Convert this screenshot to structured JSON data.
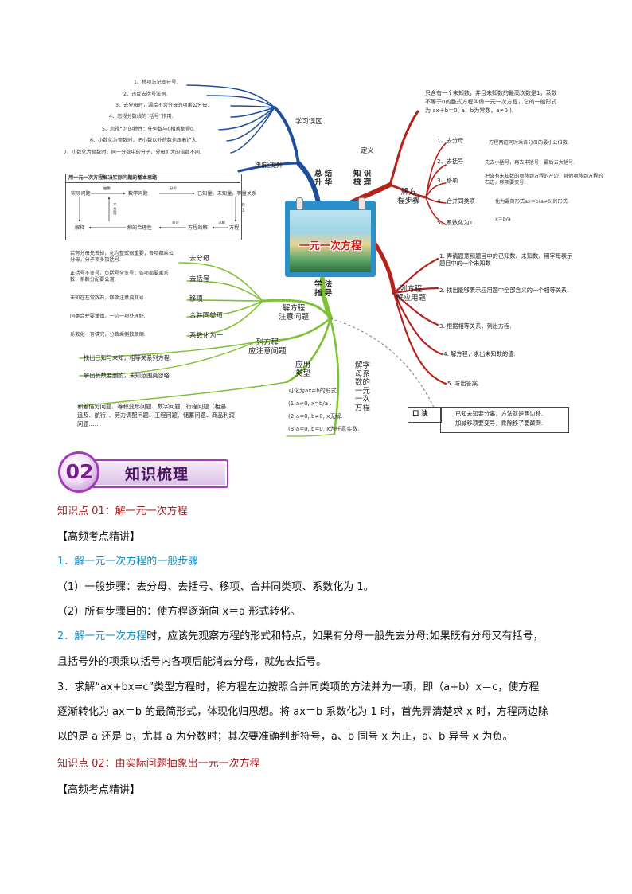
{
  "mindmap": {
    "center_title": "一元一次方程",
    "branches": {
      "summary": "总 结\n升 华",
      "knowledge": "知 识\n梳 理",
      "method": "学 法\n指 导"
    },
    "mistakes": {
      "title": "学习误区",
      "items": [
        "1、移项忘记变符号.",
        "2、违反去括号法则.",
        "3、去分母时，漏给不含分母的项乘公分母.",
        "4、忽视分数线的“括号”作用.",
        "5、忽视“0”的特性：任何数与0相乘都得0.",
        "6、小数化为整数时，把小数以外的数也跟着扩大.",
        "7、小数化为整数时，同一分数中的分子，分母扩大的倍数不同."
      ]
    },
    "ability": {
      "title": "知能提升",
      "box_title": "用一元一次方程解决实际问题的基本思路",
      "nodes": {
        "real_problem": "实际问题",
        "math_problem": "数学问题",
        "known": "已知量，未知量，等量关系",
        "solution": "解释",
        "reasonable": "解的合理性",
        "eq_solution": "方程的解",
        "equation": "方程"
      },
      "arrows": {
        "abstract": "抽象",
        "analyze": "分析",
        "list": "列\n出",
        "solve": "求解",
        "verify": "验证",
        "unreasonable": "不\n合\n理"
      }
    },
    "definition": {
      "label": "定义",
      "text1": "只含有一个未知数，并且未知数的最高次数是1，系数",
      "text2": "不等于0的整式方程叫做一元一次方程，它的一般形式",
      "text3": "为 ax＋b＝0( a，b为常数，a≠0 )."
    },
    "solve_steps": {
      "label": "解方\n程步骤",
      "steps": [
        {
          "name": "1、去分母",
          "desc": "方程两边同时乘各分母的最小公倍数."
        },
        {
          "name": "2、去括号",
          "desc": "先去小括号，再去中括号，最后去大括号."
        },
        {
          "name": "3、移项",
          "desc": "把含有未知数的项移到方程的左边，其他项移到方程的右边，移项要变号."
        },
        {
          "name": "4、合并同类项",
          "desc": "化为最简形式ax＝b(a≠0)的形式."
        },
        {
          "name": "5、系数化为1",
          "desc": "x＝b/a"
        }
      ]
    },
    "word_problems": {
      "label": "列方程\n解应用题",
      "steps": [
        "1. 弄清题意和题目中的已知数、未知数，用字母表示题目中的一个未知数",
        "2. 找出能够表示应用题中全部含义的一个相等关系.",
        "3. 根据相等关系，列出方程.",
        "4. 解方程，求出未知数的值.",
        "5. 写出答案."
      ]
    },
    "tips": {
      "label": "口  诀",
      "text1": "已知未知要分离，方法就是两边移.",
      "text2": "加减移项要变号，乘除移了要颠倒."
    },
    "attention": {
      "label": "解方程\n注意问题",
      "items": [
        {
          "tip": "若有分母先去掉，化为整式很重要；各项都乘公分母，分子项多加括号.",
          "name": "去分母"
        },
        {
          "tip": "正括号不变号，负括号全变号；各项都要乘系数，系数分配要公道.",
          "name": "去括号"
        },
        {
          "tip": "未知在左常数右，移项注意要变号.",
          "name": "移项"
        },
        {
          "tip": "同类合并要谨慎，一边一项处理好.",
          "name": "合并同类项"
        },
        {
          "tip": "系数化一有讲究，分数乘倒数颠倒.",
          "name": "系数化为一"
        }
      ]
    },
    "list_attention": {
      "label": "列方程\n应注意问题",
      "items": [
        "找出已知与未知，相等关系列方程.",
        "解出负数要删酌，未知范围莫忽略."
      ]
    },
    "applications": {
      "label": "应用\n类型",
      "text": "和差倍分问题、等积变形问题、数字问题、行程问题（相遇、追及、航行）、劳力调配问题、工程问题、储蓄问题、商品利润问题……"
    },
    "letter_coef": {
      "label": "解字\n母系\n数的\n一元\n一次\n方程",
      "intro": "可化为ax=b的形式",
      "cases": [
        "(1)a≠0, x=b/a .",
        "(2)a=0, b≠0, x无解.",
        "(3)a=0, b=0, x为任意实数."
      ]
    }
  },
  "section": {
    "number": "02",
    "title": "知识梳理"
  },
  "content": {
    "kp1": "知识点 01：解一元一次方程",
    "highfreq1": "【高频考点精讲】",
    "h1": "1．解一元一次方程的一般步骤",
    "p1": "（1）一般步骤：去分母、去括号、移项、合并同类项、系数化为 1。",
    "p2": "（2）所有步骤目的：使方程逐渐向 x＝a 形式转化。",
    "p3_lead": "2．解一元一次方程",
    "p3_rest": "时，应该先观察方程的形式和特点，如果有分母一般先去分母;如果既有分母又有括号，",
    "p3_line2": "且括号外的项乘以括号内各项后能消去分母，就先去括号。",
    "p4_line1": "3．求解“ax+bx=c”类型方程时，将方程左边按照合并同类项的方法并为一项，即（a+b）x＝c，使方程",
    "p4_line2": "逐渐转化为 ax＝b 的最简形式，体现化归思想。将 ax＝b 系数化为 1 时，首先弄清楚求 x 时，方程两边除",
    "p4_line3": "以的是 a 还是 b，尤其 a 为分数时；其次要准确判断符号，a、b 同号 x 为正，a、b 异号 x 为负。",
    "kp2": "知识点 02：由实际问题抽象出一元一次方程",
    "highfreq2": "【高频考点精讲】"
  },
  "colors": {
    "blue_branch": "#1f4f9a",
    "red_branch": "#b4221c",
    "green_branch": "#7cc234",
    "section_purple": "#a23bbf",
    "knowledge_point": "#a52222",
    "heading_blue": "#1a8fc4"
  }
}
